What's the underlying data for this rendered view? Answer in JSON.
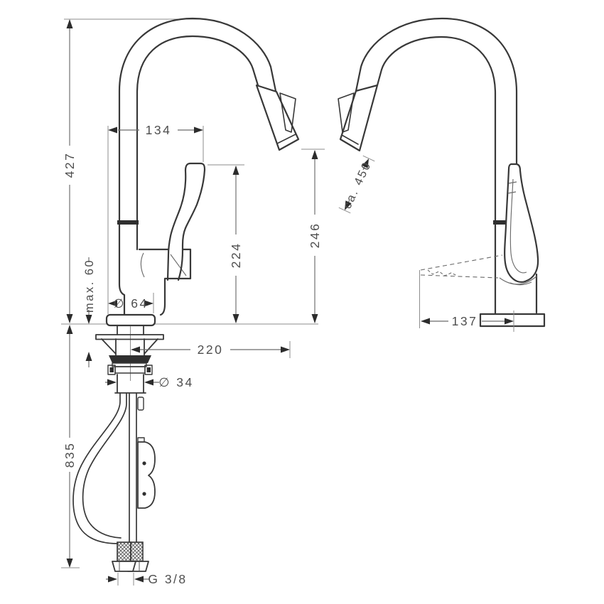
{
  "drawing": {
    "kind": "faucet-installation-dimension-drawing",
    "background": "#ffffff",
    "outline_color": "#383838",
    "dimension_line_color": "#6b6b6b",
    "text_color": "#4e4e4e",
    "views": {
      "front": {
        "label": "front-view"
      },
      "side": {
        "label": "side-view"
      }
    }
  },
  "dimensions": {
    "overall_height": "427",
    "spout_projection": "134",
    "handle_height": "224",
    "outlet_height": "246",
    "max_counter_thickness": "max. 60",
    "base_diameter": "∅ 64",
    "horizontal_reach": "220",
    "tap_hole_diameter": "∅ 34",
    "below_counter_length": "835",
    "connection_thread": "G 3/8",
    "pullout_hose_length": "ca. 450",
    "side_projection": "137"
  }
}
